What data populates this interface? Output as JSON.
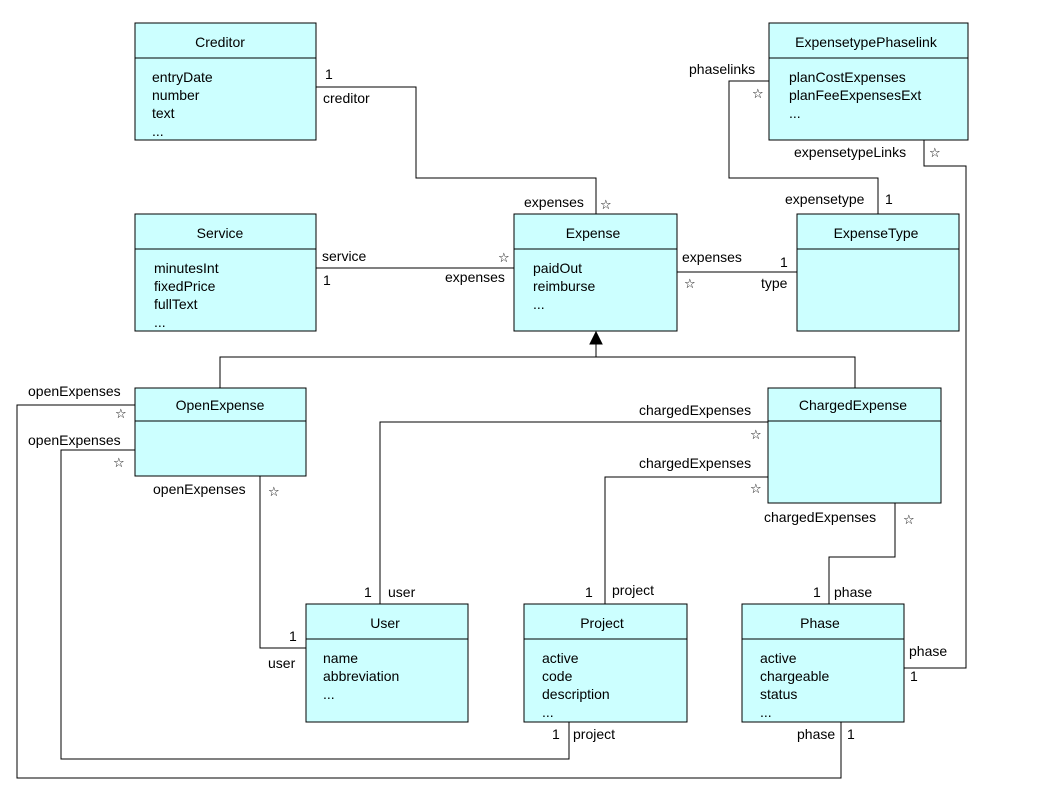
{
  "classes": {
    "creditor": {
      "name": "Creditor",
      "attributes": [
        "entryDate",
        "number",
        "text",
        "..."
      ]
    },
    "expensetype_phaselink": {
      "name": "ExpensetypePhaselink",
      "attributes": [
        "planCostExpenses",
        "planFeeExpensesExt",
        "..."
      ]
    },
    "service": {
      "name": "Service",
      "attributes": [
        "minutesInt",
        "fixedPrice",
        "fullText",
        "..."
      ]
    },
    "expense": {
      "name": "Expense",
      "attributes": [
        "paidOut",
        "reimburse",
        "..."
      ]
    },
    "expense_type": {
      "name": "ExpenseType",
      "attributes": []
    },
    "open_expense": {
      "name": "OpenExpense",
      "attributes": []
    },
    "charged_expense": {
      "name": "ChargedExpense",
      "attributes": []
    },
    "user": {
      "name": "User",
      "attributes": [
        "name",
        "abbreviation",
        "..."
      ]
    },
    "project": {
      "name": "Project",
      "attributes": [
        "active",
        "code",
        "description",
        "..."
      ]
    },
    "phase": {
      "name": "Phase",
      "attributes": [
        "active",
        "chargeable",
        "status",
        "..."
      ]
    }
  },
  "labels": {
    "creditor_mult": "1",
    "creditor_role": "creditor",
    "expenses_top": "expenses",
    "expenses_top_star": "☆",
    "service_role": "service",
    "service_mult": "1",
    "expenses_left": "expenses",
    "expenses_left_star": "☆",
    "expenses_right": "expenses",
    "expenses_right_star": "☆",
    "type_mult": "1",
    "type_role": "type",
    "phaselinks_role": "phaselinks",
    "phaselinks_star": "☆",
    "expensetype_links_role": "expensetypeLinks",
    "expensetype_links_star": "☆",
    "expensetype_role": "expensetype",
    "expensetype_mult": "1",
    "open_expenses_1": "openExpenses",
    "open_expenses_1_star": "☆",
    "open_expenses_2": "openExpenses",
    "open_expenses_2_star": "☆",
    "open_expenses_3": "openExpenses",
    "open_expenses_3_star": "☆",
    "charged_expenses_1": "chargedExpenses",
    "charged_expenses_1_star": "☆",
    "charged_expenses_2": "chargedExpenses",
    "charged_expenses_2_star": "☆",
    "charged_expenses_3": "chargedExpenses",
    "charged_expenses_3_star": "☆",
    "user_top_mult": "1",
    "user_top_role": "user",
    "user_left_mult": "1",
    "user_left_role": "user",
    "project_top_mult": "1",
    "project_top_role": "project",
    "project_bottom_mult": "1",
    "project_bottom_role": "project",
    "phase_top_mult": "1",
    "phase_top_role": "phase",
    "phase_right_role": "phase",
    "phase_right_mult": "1",
    "phase_bottom_role": "phase",
    "phase_bottom_mult": "1"
  }
}
